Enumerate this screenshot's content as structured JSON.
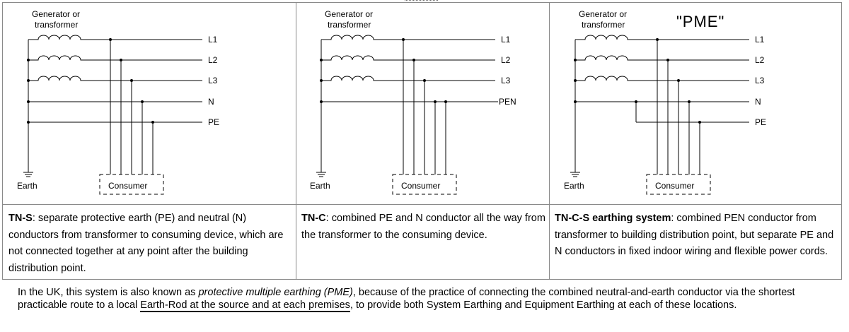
{
  "labels": {
    "source": [
      "Generator or",
      "transformer"
    ],
    "earth": "Earth",
    "consumer": "Consumer",
    "l1": "L1",
    "l2": "L2",
    "l3": "L3",
    "n": "N",
    "pe": "PE",
    "pen": "PEN",
    "pme_title": "\"PME\""
  },
  "panels": [
    {
      "id": "tn-s",
      "caption_bold": "TN-S",
      "caption_text": ": separate protective earth (PE) and neutral (N) conductors from transformer to consuming device, which are not connected together at any point after the building distribution point."
    },
    {
      "id": "tn-c",
      "caption_bold": "TN-C",
      "caption_text": ": combined PE and N conductor all the way from the transformer to the consuming device."
    },
    {
      "id": "tn-c-s",
      "caption_bold": "TN-C-S earthing system",
      "caption_text": ": combined PEN conductor from transformer to building distribution point, but separate PE and N conductors in fixed indoor wiring and flexible power cords."
    }
  ],
  "note": {
    "part1": "In the UK, this system is also known as ",
    "italic": "protective multiple earthing (PME)",
    "part2": ", because of the practice of connecting the combined neutral-and-earth conductor via the shortest practicable route to a local ",
    "underlined": "Earth-Rod at the source and at each premises",
    "part3": ", to provide both System Earthing and Equipment Earthing at each of these locations."
  }
}
